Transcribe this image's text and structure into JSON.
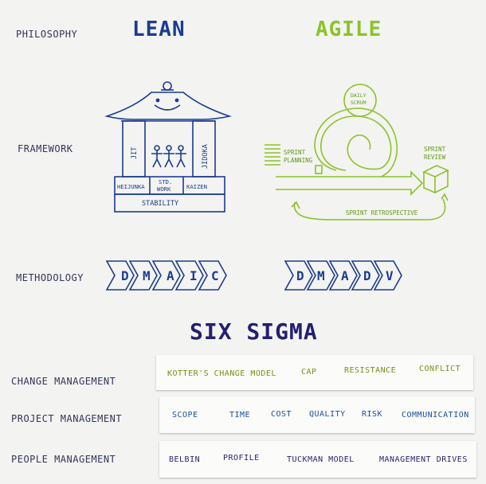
{
  "rows": {
    "philosophy": "Philosophy",
    "framework": "Framework",
    "methodology": "Methodology"
  },
  "lean": {
    "title": "LEAN",
    "color": "#1b3d8f",
    "house": {
      "left_pillar": "JIT",
      "right_pillar": "JIDOKA",
      "base_items": [
        "HEIJUNKA",
        "STD. WORK",
        "KAIZEN"
      ],
      "base_std_line1": "STD.",
      "base_std_line2": "WORK",
      "foundation": "STABILITY"
    },
    "methodology": [
      "D",
      "M",
      "A",
      "I",
      "C"
    ]
  },
  "agile": {
    "title": "AGILE",
    "color": "#7fb21a",
    "scrum": {
      "daily_line1": "DAILY",
      "daily_line2": "SCRUM",
      "planning_line1": "SPRINT",
      "planning_line2": "PLANNING",
      "review_line1": "SPRINT",
      "review_line2": "REVIEW",
      "retrospective": "SPRINT RETROSPECTIVE"
    },
    "methodology": [
      "D",
      "M",
      "A",
      "D",
      "V"
    ]
  },
  "six_sigma": {
    "title": "SIX SIGMA",
    "color": "#241f6e"
  },
  "management": [
    {
      "label": "Change Management",
      "color": "#7a8f12",
      "items": [
        "KOTTER'S CHANGE MODEL",
        "CAP",
        "RESISTANCE",
        "CONFLICT"
      ]
    },
    {
      "label": "Project Management",
      "color": "#1b4fa0",
      "items": [
        "SCOPE",
        "TIME",
        "COST",
        "QUALITY",
        "RISK",
        "COMMUNICATION"
      ]
    },
    {
      "label": "People Management",
      "color": "#2a1f6a",
      "items": [
        "BELBIN",
        "PROFILE",
        "TUCKMAN MODEL",
        "MANAGEMENT DRIVES"
      ]
    }
  ]
}
